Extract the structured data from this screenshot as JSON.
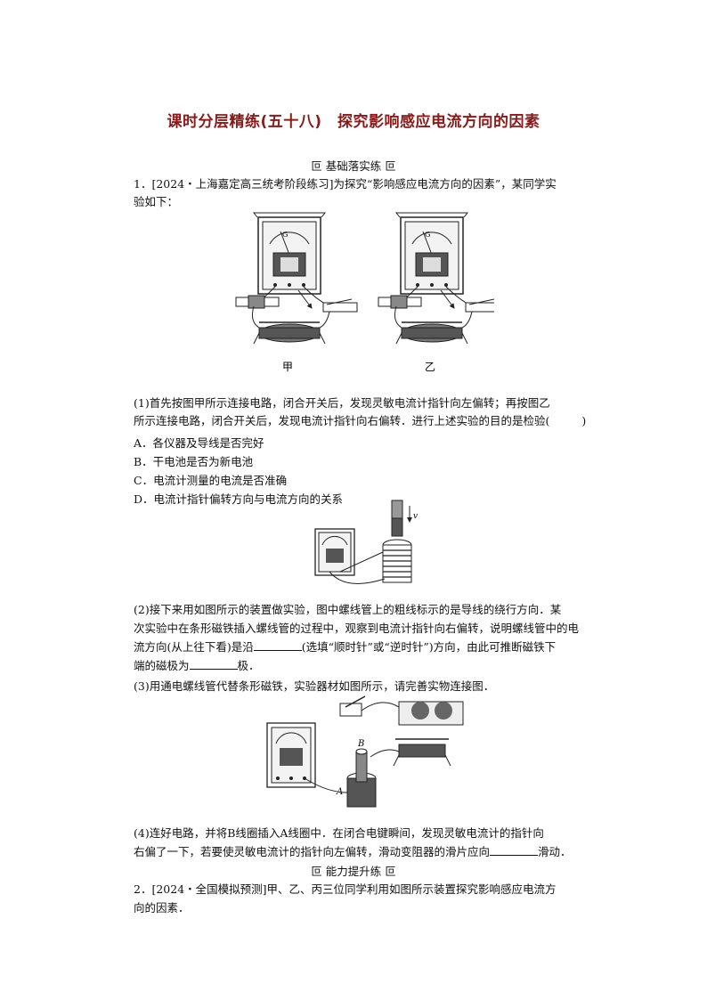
{
  "title": "课时分层精练(五十八)　探究影响感应电流方向的因素",
  "section1": "叵 基础落实练 叵",
  "section2": "叵 能力提升练 叵",
  "q1": {
    "stem_line1": "1．[2024・上海嘉定高三统考阶段练习]为探究“影响感应电流方向的因素”，某同学实",
    "stem_line2": "验如下：",
    "fig_labels": {
      "left": "甲",
      "right": "乙"
    },
    "meter_label": "G",
    "part1_line1": "(1)首先按图甲所示连接电路，闭合开关后，发现灵敏电流计指针向左偏转；再按图乙",
    "part1_line2_a": "所示连接电路，闭合开关后，发现电流计指针向右偏转．进行上述实验的目的是检验(",
    "part1_line2_b": ")",
    "options": [
      "A．各仪器及导线是否完好",
      "B．干电池是否为新电池",
      "C．电流计测量的电流是否准确",
      "D．电流计指针偏转方向与电流方向的关系"
    ],
    "velocity_label": "v",
    "part2_line1": "(2)接下来用如图所示的装置做实验，图中螺线管上的粗线标示的是导线的绕行方向．某",
    "part2_line2": "次实验中在条形磁铁插入螺线管的过程中，观察到电流计指针向右偏转，说明螺线管中的电",
    "part2_line3_a": "流方向(从上往下看)是沿",
    "part2_line3_b": "(选填“顺时针”或“逆时针”)方向，由此可推断磁铁下",
    "part2_line4_a": "端的磁极为",
    "part2_line4_b": "极．",
    "part3_line1": "(3)用通电螺线管代替条形磁铁，实验器材如图所示，请完善实物连接图．",
    "coil_labels": {
      "a": "A",
      "b": "B"
    },
    "part4_line1": "(4)连好电路，并将B线圈插入A线圈中．在闭合电键瞬间，发现灵敏电流计的指针向",
    "part4_line2_a": "右偏了一下，若要使灵敏电流计的指针向左偏转，滑动变阻器的滑片应向",
    "part4_line2_b": "滑动．"
  },
  "q2": {
    "line1": "2．[2024・全国模拟预测]甲、乙、丙三位同学利用如图所示装置探究影响感应电流方",
    "line2": "向的因素．"
  }
}
